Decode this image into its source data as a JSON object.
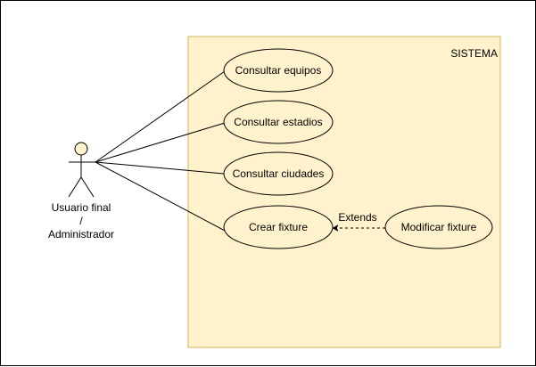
{
  "system": {
    "title": "SISTEMA"
  },
  "actor": {
    "line1": "Usuario final",
    "line2": "/",
    "line3": "Administrador"
  },
  "use_cases": {
    "consultar_equipos": "Consultar equipos",
    "consultar_estadios": "Consultar estadios",
    "consultar_ciudades": "Consultar ciudades",
    "crear_fixture": "Crear fixture",
    "modificar_fixture": "Modificar fixture"
  },
  "relations": {
    "extends_label": "Extends"
  },
  "colors": {
    "system_fill": "#fff2cc",
    "system_stroke": "#d6b656",
    "usecase_fill": "#fff2cc",
    "stroke": "#000000"
  }
}
